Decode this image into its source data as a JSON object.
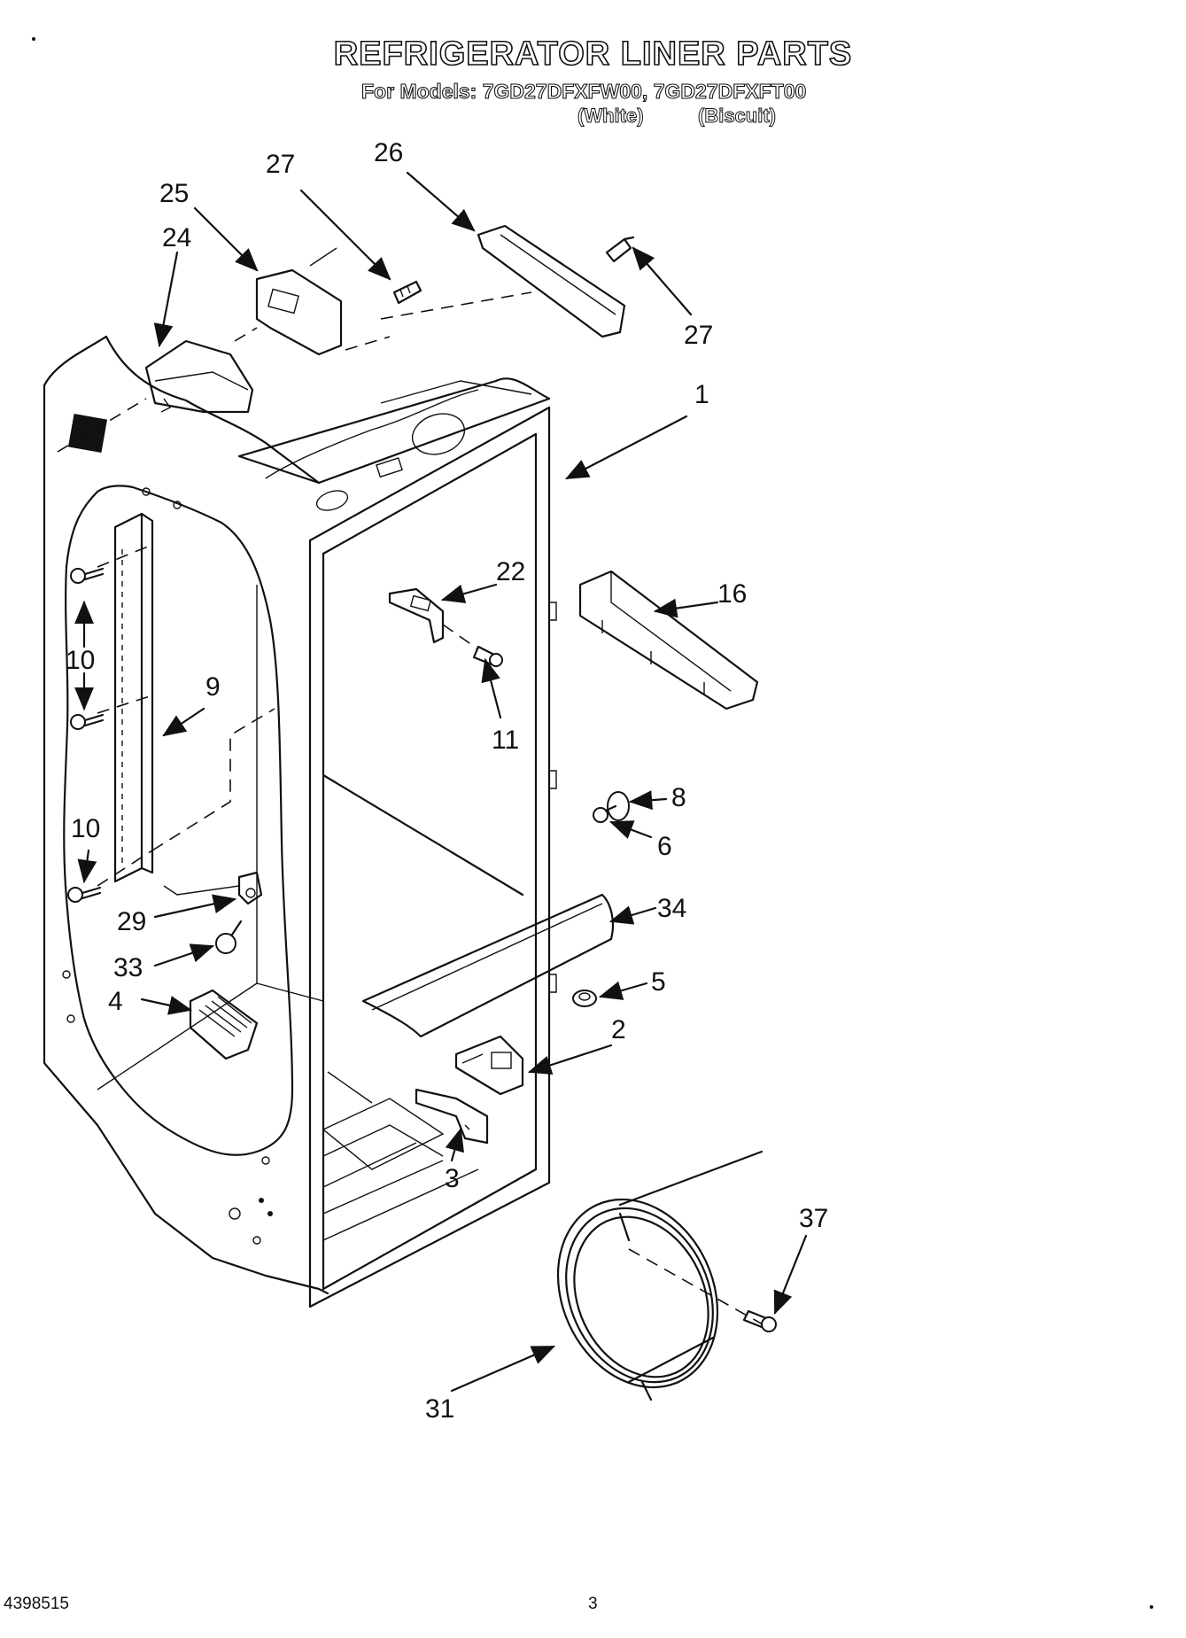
{
  "header": {
    "title": "REFRIGERATOR LINER PARTS",
    "models_line": "For Models: 7GD27DFXFW00, 7GD27DFXFT00",
    "variant_white": "(White)",
    "variant_biscuit": "(Biscuit)"
  },
  "callouts": {
    "p1": "1",
    "p2": "2",
    "p3": "3",
    "p4": "4",
    "p5": "5",
    "p6": "6",
    "p8": "8",
    "p9": "9",
    "p10a": "10",
    "p10b": "10",
    "p11": "11",
    "p16": "16",
    "p22": "22",
    "p24": "24",
    "p25": "25",
    "p26": "26",
    "p27a": "27",
    "p27b": "27",
    "p29": "29",
    "p31": "31",
    "p33": "33",
    "p34": "34",
    "p37": "37"
  },
  "footer": {
    "doc_number": "4398515",
    "page_number": "3"
  }
}
